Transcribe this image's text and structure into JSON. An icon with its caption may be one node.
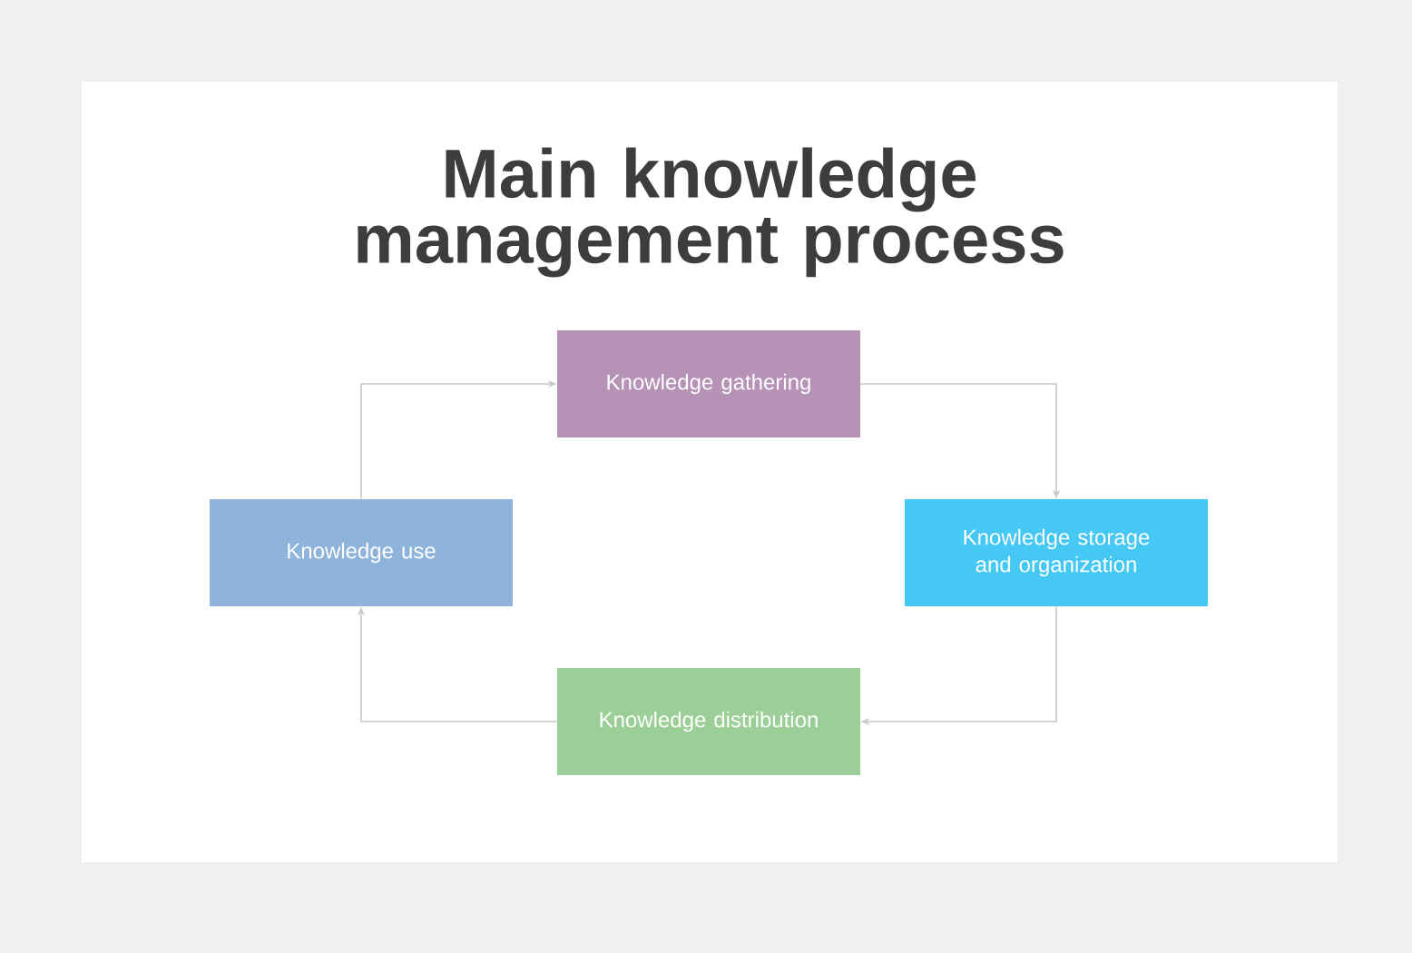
{
  "diagram": {
    "title": "Main knowledge management process",
    "nodes": [
      {
        "text": [
          "Knowledge gathering"
        ]
      },
      {
        "text": [
          "Knowledge storage and organization"
        ]
      },
      {
        "text": [
          "Knowledge distribution"
        ]
      },
      {
        "text": [
          "Knowledge use"
        ]
      }
    ],
    "edges": [
      {
        "from": 0,
        "to": 1,
        "arrow": "to"
      },
      {
        "from": 1,
        "to": 2,
        "arrow": "to"
      },
      {
        "from": 2,
        "to": 3,
        "arrow": "to"
      },
      {
        "from": 3,
        "to": 0,
        "arrow": "to"
      }
    ]
  }
}
